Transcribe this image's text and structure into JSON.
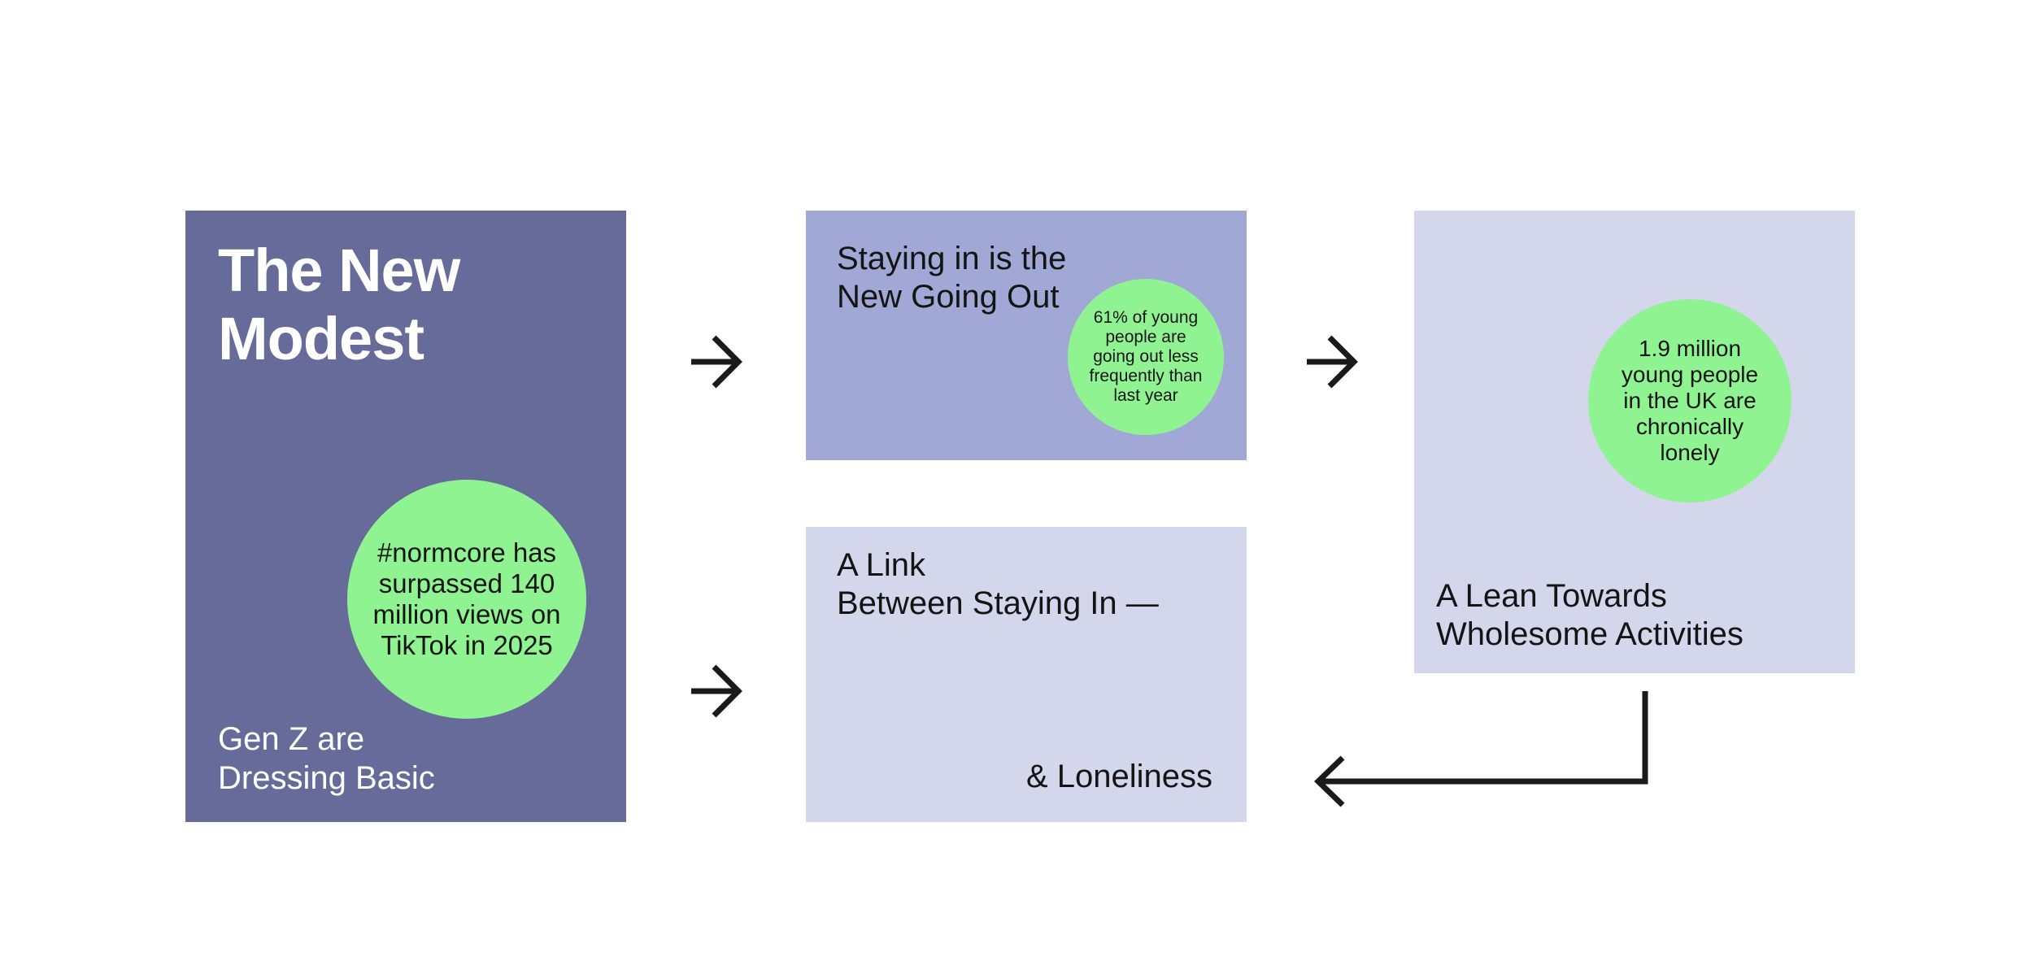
{
  "cards": {
    "new_modest": {
      "title_line1": "The New",
      "title_line2": "Modest",
      "bottom_line1": "Gen Z are",
      "bottom_line2": "Dressing Basic",
      "bubble": "#normcore has surpassed 140 million views on TikTok in 2025",
      "color": "#676b99"
    },
    "staying_in": {
      "heading_line1": "Staying in is the",
      "heading_line2": "New Going Out",
      "bubble": "61% of young people are going out less frequently than last year",
      "color": "#a1a8d6"
    },
    "link": {
      "heading_line1": "A Link",
      "heading_line2": "Between Staying In —",
      "tail": "& Loneliness",
      "color": "#d4d6ec"
    },
    "lean": {
      "heading_line1": "A Lean Towards",
      "heading_line2": "Wholesome Activities",
      "bubble": "1.9 million young people in the UK are chronically lonely",
      "color": "#d4d6ec"
    }
  },
  "colors": {
    "bubble": "#8ff392",
    "arrow": "#1a1a1a"
  },
  "icons": [
    "arrow-right-icon",
    "arrow-right-icon",
    "arrow-right-icon",
    "elbow-arrow-left-icon"
  ]
}
